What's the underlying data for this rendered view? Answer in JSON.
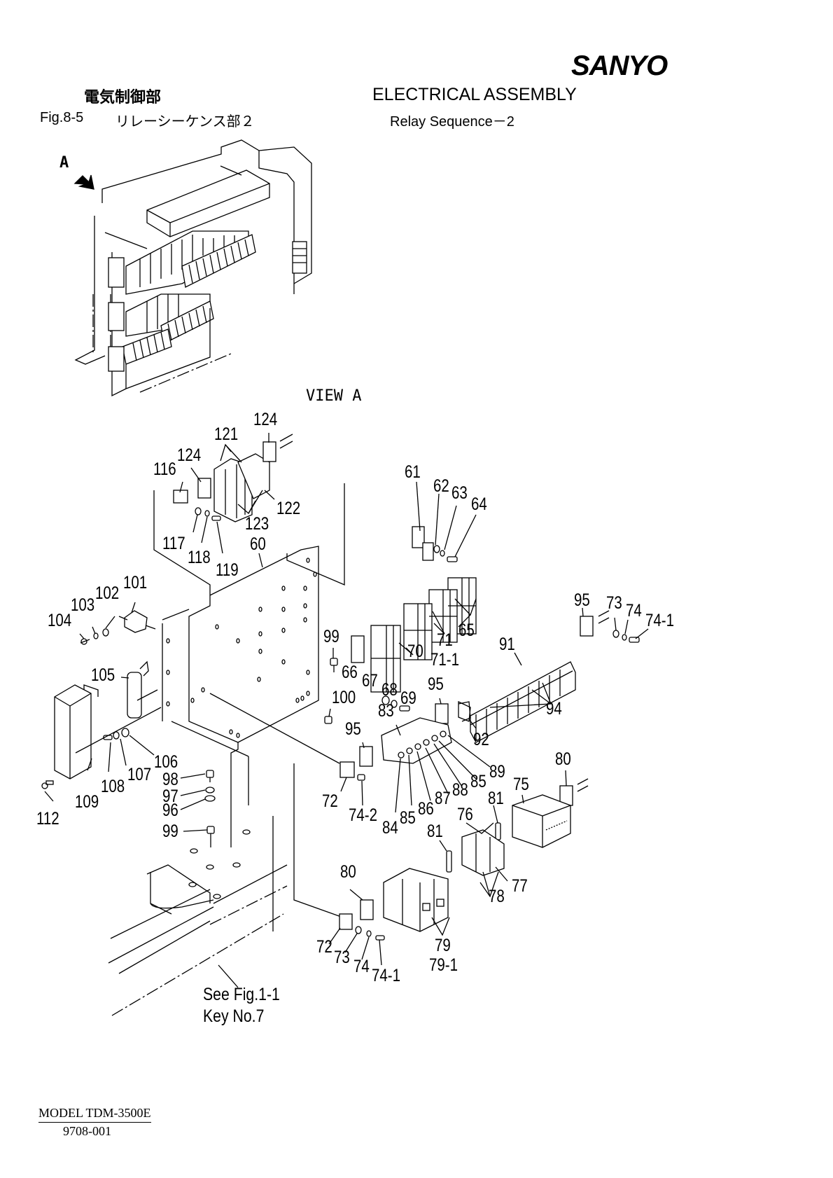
{
  "header": {
    "brand": "SANYO",
    "jp_title": "電気制御部",
    "figure_number": "Fig.8-5",
    "jp_subtitle": "リレーシーケンス部２",
    "en_title": "ELECTRICAL ASSEMBLY",
    "en_subtitle": "Relay Sequence－2"
  },
  "overview": {
    "view_marker": "A",
    "view_arrow_icon": "arrow-down-right-icon"
  },
  "view_label": "VIEW A",
  "callouts": [
    {
      "id": "c124a",
      "label": "124"
    },
    {
      "id": "c121",
      "label": "121"
    },
    {
      "id": "c124b",
      "label": "124"
    },
    {
      "id": "c116",
      "label": "116"
    },
    {
      "id": "c122",
      "label": "122"
    },
    {
      "id": "c123",
      "label": "123"
    },
    {
      "id": "c117",
      "label": "117"
    },
    {
      "id": "c118",
      "label": "118"
    },
    {
      "id": "c119",
      "label": "119"
    },
    {
      "id": "c60",
      "label": "60"
    },
    {
      "id": "c61",
      "label": "61"
    },
    {
      "id": "c62",
      "label": "62"
    },
    {
      "id": "c63",
      "label": "63"
    },
    {
      "id": "c64",
      "label": "64"
    },
    {
      "id": "c65",
      "label": "65"
    },
    {
      "id": "c66",
      "label": "66"
    },
    {
      "id": "c67",
      "label": "67"
    },
    {
      "id": "c68",
      "label": "68"
    },
    {
      "id": "c69",
      "label": "69"
    },
    {
      "id": "c70",
      "label": "70"
    },
    {
      "id": "c71",
      "label": "71"
    },
    {
      "id": "c71-1",
      "label": "71-1"
    },
    {
      "id": "c101",
      "label": "101"
    },
    {
      "id": "c102",
      "label": "102"
    },
    {
      "id": "c103",
      "label": "103"
    },
    {
      "id": "c104",
      "label": "104"
    },
    {
      "id": "c105",
      "label": "105"
    },
    {
      "id": "c99a",
      "label": "99"
    },
    {
      "id": "c100",
      "label": "100"
    },
    {
      "id": "c95a",
      "label": "95"
    },
    {
      "id": "c73a",
      "label": "73"
    },
    {
      "id": "c74a",
      "label": "74"
    },
    {
      "id": "c74-1a",
      "label": "74-1"
    },
    {
      "id": "c91",
      "label": "91"
    },
    {
      "id": "c94",
      "label": "94"
    },
    {
      "id": "c95b",
      "label": "95"
    },
    {
      "id": "c92",
      "label": "92"
    },
    {
      "id": "c83",
      "label": "83"
    },
    {
      "id": "c95c",
      "label": "95"
    },
    {
      "id": "c89",
      "label": "89"
    },
    {
      "id": "c85a",
      "label": "85"
    },
    {
      "id": "c88",
      "label": "88"
    },
    {
      "id": "c87",
      "label": "87"
    },
    {
      "id": "c86",
      "label": "86"
    },
    {
      "id": "c85b",
      "label": "85"
    },
    {
      "id": "c84",
      "label": "84"
    },
    {
      "id": "c72a",
      "label": "72"
    },
    {
      "id": "c74-2",
      "label": "74-2"
    },
    {
      "id": "c106",
      "label": "106"
    },
    {
      "id": "c107",
      "label": "107"
    },
    {
      "id": "c108",
      "label": "108"
    },
    {
      "id": "c109",
      "label": "109"
    },
    {
      "id": "c112",
      "label": "112"
    },
    {
      "id": "c98",
      "label": "98"
    },
    {
      "id": "c97",
      "label": "97"
    },
    {
      "id": "c96",
      "label": "96"
    },
    {
      "id": "c99b",
      "label": "99"
    },
    {
      "id": "c80a",
      "label": "80"
    },
    {
      "id": "c75",
      "label": "75"
    },
    {
      "id": "c81a",
      "label": "81"
    },
    {
      "id": "c76",
      "label": "76"
    },
    {
      "id": "c81b",
      "label": "81"
    },
    {
      "id": "c77",
      "label": "77"
    },
    {
      "id": "c78",
      "label": "78"
    },
    {
      "id": "c80b",
      "label": "80"
    },
    {
      "id": "c79",
      "label": "79"
    },
    {
      "id": "c79-1",
      "label": "79-1"
    },
    {
      "id": "c72b",
      "label": "72"
    },
    {
      "id": "c73b",
      "label": "73"
    },
    {
      "id": "c74b",
      "label": "74"
    },
    {
      "id": "c74-1b",
      "label": "74-1"
    }
  ],
  "reference_note": {
    "line1": "See Fig.1-1",
    "line2": "Key No.7"
  },
  "footer": {
    "model": "MODEL TDM-3500E",
    "doc_number": "9708-001"
  }
}
